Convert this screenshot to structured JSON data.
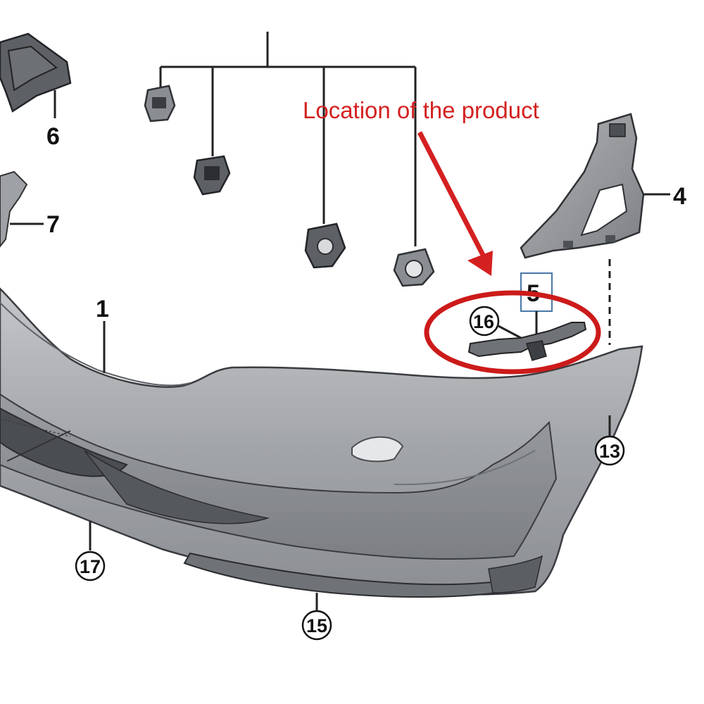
{
  "annotation": {
    "text": "Location of the product",
    "color": "#d42020"
  },
  "callouts": {
    "part_1": "1",
    "part_4": "4",
    "part_5": "5",
    "part_6": "6",
    "part_7": "7",
    "part_13": "13",
    "part_15": "15",
    "part_16": "16",
    "part_17": "17"
  },
  "colors": {
    "bumper_body": "#a6a9ad",
    "highlight_ring": "#cc1a1a",
    "box_5": "#4a78a8"
  }
}
